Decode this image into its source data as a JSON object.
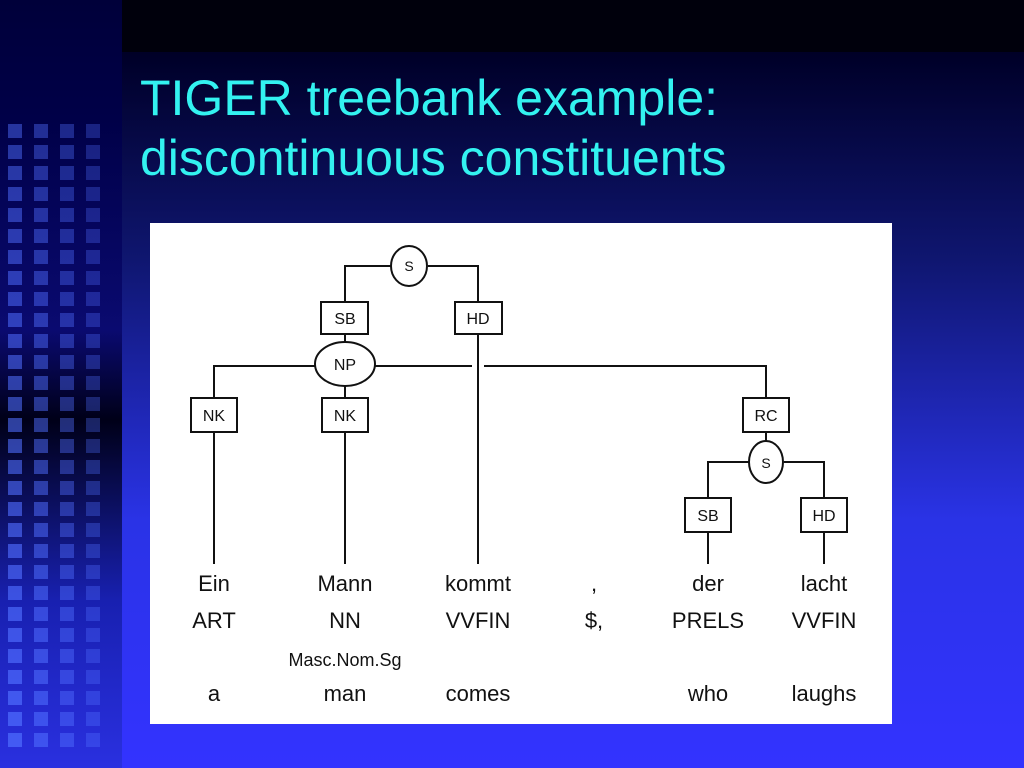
{
  "slide": {
    "title_line1": "TIGER treebank example:",
    "title_line2": "discontinuous constituents"
  },
  "tree": {
    "nodes": {
      "s_root": "S",
      "np": "NP",
      "s_rel": "S"
    },
    "edges": {
      "sb_root": "SB",
      "hd_root": "HD",
      "nk_art": "NK",
      "nk_noun": "NK",
      "rc": "RC",
      "sb_rel": "SB",
      "hd_rel": "HD"
    },
    "tokens": [
      {
        "word": "Ein",
        "pos": "ART",
        "morph": "",
        "gloss": "a"
      },
      {
        "word": "Mann",
        "pos": "NN",
        "morph": "Masc.Nom.Sg",
        "gloss": "man"
      },
      {
        "word": "kommt",
        "pos": "VVFIN",
        "morph": "",
        "gloss": "comes"
      },
      {
        "word": ",",
        "pos": "$,",
        "morph": "",
        "gloss": ""
      },
      {
        "word": "der",
        "pos": "PRELS",
        "morph": "",
        "gloss": "who"
      },
      {
        "word": "lacht",
        "pos": "VVFIN",
        "morph": "",
        "gloss": "laughs"
      }
    ]
  },
  "colors": {
    "title": "#33f2f0",
    "panel": "#ffffff",
    "ink": "#111111"
  }
}
